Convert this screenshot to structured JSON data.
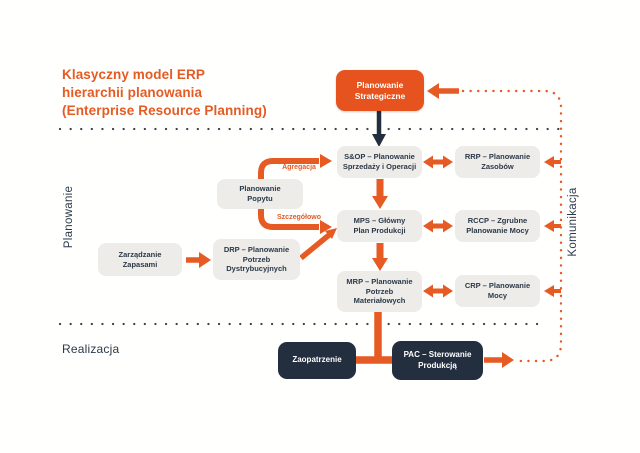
{
  "title": {
    "line1": "Klasyczny model ERP",
    "line2": "hierarchii planowania",
    "line3": "(Enterprise Resource Planning)"
  },
  "sections": {
    "planning_label": "Planowanie",
    "execution_label": "Realizacja",
    "communication_label": "Komunikacja"
  },
  "nodes": {
    "strategic": {
      "line1": "Planowanie",
      "line2": "Strategiczne"
    },
    "sop": {
      "line1": "S&OP – Planowanie",
      "line2": "Sprzedaży i Operacji"
    },
    "rrp": {
      "line1": "RRP – Planowanie",
      "line2": "Zasobów"
    },
    "mps": {
      "line1": "MPS – Główny",
      "line2": "Plan Produkcji"
    },
    "rccp": {
      "line1": "RCCP – Zgrubne",
      "line2": "Planowanie Mocy"
    },
    "mrp": {
      "line1": "MRP – Planowanie",
      "line2": "Potrzeb",
      "line3": "Materiałowych"
    },
    "crp": {
      "line1": "CRP – Planowanie",
      "line2": "Mocy"
    },
    "demand": {
      "line1": "Planowanie",
      "line2": "Popytu"
    },
    "inventory": {
      "line1": "Zarządzanie",
      "line2": "Zapasami"
    },
    "drp": {
      "line1": "DRP – Planowanie",
      "line2": "Potrzeb",
      "line3": "Dystrybucyjnych"
    },
    "procurement": {
      "line1": "Zaopatrzenie"
    },
    "pac": {
      "line1": "PAC – Sterowanie",
      "line2": "Produkcją"
    }
  },
  "edge_labels": {
    "aggregation": "Agregacja",
    "detail": "Szczegółowo"
  },
  "colors": {
    "accent_orange": "#E65A23",
    "box_orange": "#E7531E",
    "navy_dark": "#232E3E",
    "navy_text": "#2B3949",
    "box_gray": "#EDECE8",
    "dotted_navy": "#39424F"
  }
}
